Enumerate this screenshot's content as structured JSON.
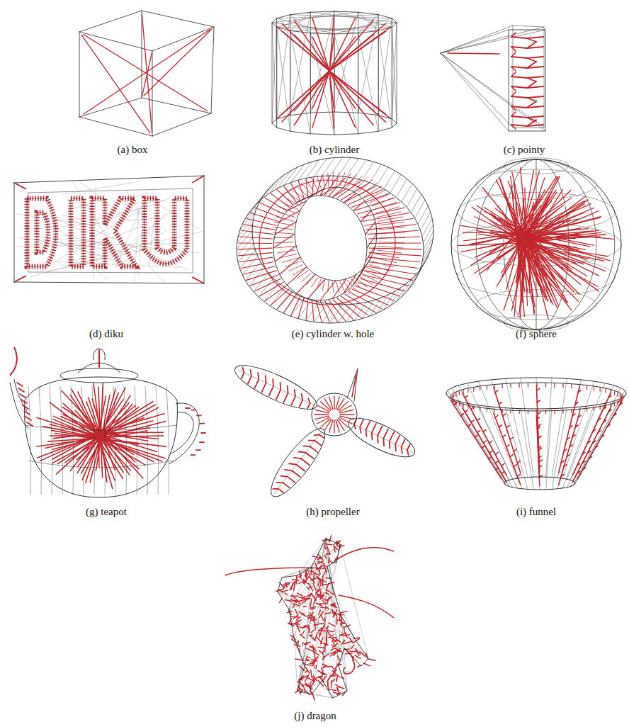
{
  "diagram": {
    "labels": [
      "(a) box",
      "(b) cylinder",
      "(c) pointy",
      "(d) diku",
      "(e) cylinder w. hole",
      "(f) sphere",
      "(g) teapot",
      "(h) propeller",
      "(i) funnel",
      "(j) dragon"
    ]
  }
}
